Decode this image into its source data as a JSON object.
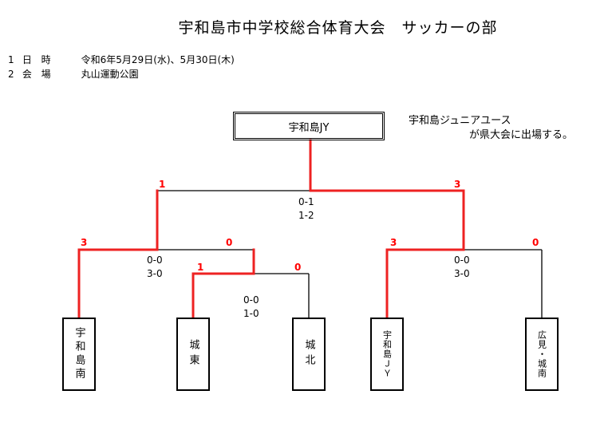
{
  "title": "宇和島市中学校総合体育大会　サッカーの部",
  "info": [
    {
      "num": "1",
      "label": "日 時",
      "value": "令和6年5月29日(水)、5月30日(木)"
    },
    {
      "num": "2",
      "label": "会 場",
      "value": "丸山運動公園"
    }
  ],
  "champion": "宇和島JY",
  "note": {
    "line1": "宇和島ジュニアユース",
    "line2": "が県大会に出場する。"
  },
  "teams": [
    "宇和島南",
    "城東",
    "城北",
    "宇和島JY",
    "広見・城南"
  ],
  "team_display": [
    "宇和島南",
    "城東",
    "城北",
    "宇和島ＪＹ",
    "広見・城南"
  ],
  "scores": {
    "final_left": "1",
    "final_right": "3",
    "sf_left_left": "3",
    "sf_left_right": "0",
    "qf_left": "1",
    "qf_right": "0",
    "sf_right_left": "3",
    "sf_right_right": "0"
  },
  "results": {
    "final": [
      "0-1",
      "1-2"
    ],
    "sf_left": [
      "0-0",
      "3-0"
    ],
    "qf": [
      "0-0",
      "1-0"
    ],
    "sf_right": [
      "0-0",
      "3-0"
    ]
  },
  "colors": {
    "winner_line": "#ee2222",
    "line": "#000000",
    "score": "#ff0000"
  }
}
